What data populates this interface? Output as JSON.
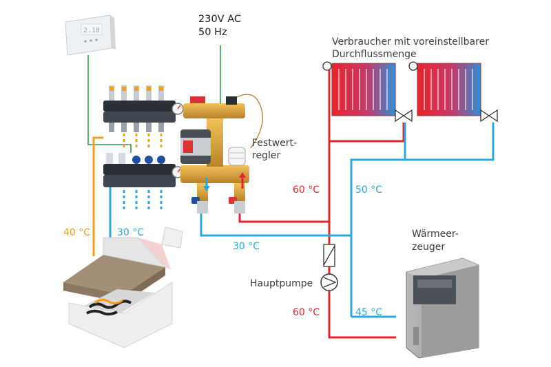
{
  "labels": {
    "power_line1": "230V AC",
    "power_line2": "50 Hz",
    "consumers_line1": "Verbraucher mit voreinstellbarer",
    "consumers_line2": "Durchflussmenge",
    "fixed_regulator_line1": "Festwert-",
    "fixed_regulator_line2": "regler",
    "main_pump": "Hauptpumpe",
    "heat_generator_line1": "Wärmeer-",
    "heat_generator_line2": "zeuger",
    "thermostat_display": "2.18"
  },
  "temperatures": {
    "floor_supply": "40 °C",
    "floor_return": "30 °C",
    "return_mid": "30 °C",
    "supply_upper": "60 °C",
    "return_upper": "50 °C",
    "supply_lower": "60 °C",
    "return_lower": "45 °C"
  },
  "colors": {
    "supply_red": "#e3242b",
    "return_blue": "#2aa7dc",
    "floor_orange": "#f39c20",
    "control_green": "#2e9e48",
    "brass": "#d9a441",
    "boiler_gray": "#8a8a8a"
  }
}
